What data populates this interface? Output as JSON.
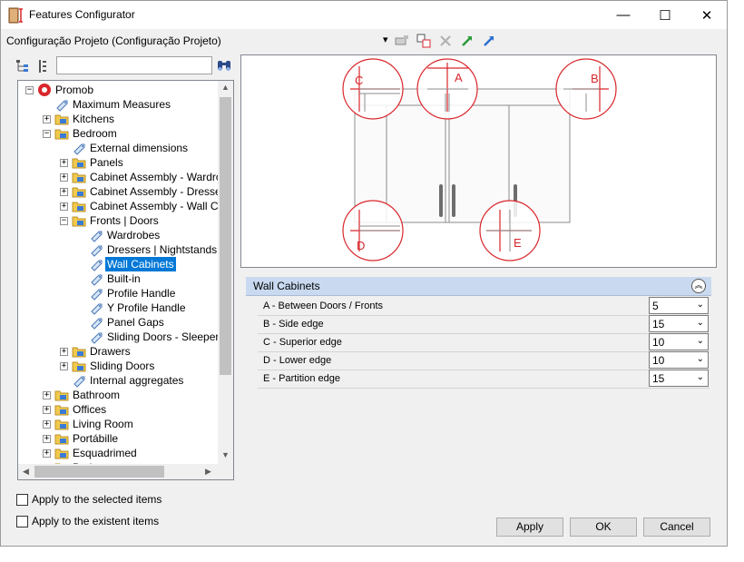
{
  "window": {
    "title": "Features Configurator",
    "controls": {
      "minimize": "—",
      "maximize": "☐",
      "close": "✕"
    }
  },
  "toolbar": {
    "configuration_label": "Configuração Projeto (Configuração Projeto)",
    "dropdown_glyph": "▾"
  },
  "search": {
    "value": "",
    "placeholder": ""
  },
  "tree": {
    "items": [
      {
        "label": "Promob",
        "level": 0,
        "expander": "−",
        "icon": "promob-logo-icon"
      },
      {
        "label": "Maximum Measures",
        "level": 1,
        "expander": "",
        "icon": "tag-icon"
      },
      {
        "label": "Kitchens",
        "level": 1,
        "expander": "+",
        "icon": "folder-icon"
      },
      {
        "label": "Bedroom",
        "level": 1,
        "expander": "−",
        "icon": "folder-icon"
      },
      {
        "label": "External dimensions",
        "level": 2,
        "expander": "",
        "icon": "tag-icon"
      },
      {
        "label": "Panels",
        "level": 2,
        "expander": "+",
        "icon": "folder-icon"
      },
      {
        "label": "Cabinet Assembly - Wardrobes",
        "level": 2,
        "expander": "+",
        "icon": "folder-icon"
      },
      {
        "label": "Cabinet Assembly - Dressers | Nightstands",
        "level": 2,
        "expander": "+",
        "icon": "folder-icon"
      },
      {
        "label": "Cabinet Assembly - Wall Cabinets",
        "level": 2,
        "expander": "+",
        "icon": "folder-icon"
      },
      {
        "label": "Fronts | Doors",
        "level": 2,
        "expander": "−",
        "icon": "folder-icon"
      },
      {
        "label": "Wardrobes",
        "level": 3,
        "expander": "",
        "icon": "tag-icon"
      },
      {
        "label": "Dressers | Nightstands",
        "level": 3,
        "expander": "",
        "icon": "tag-icon"
      },
      {
        "label": "Wall Cabinets",
        "level": 3,
        "expander": "",
        "icon": "tag-icon",
        "selected": true
      },
      {
        "label": "Built-in",
        "level": 3,
        "expander": "",
        "icon": "tag-icon"
      },
      {
        "label": "Profile Handle",
        "level": 3,
        "expander": "",
        "icon": "tag-icon"
      },
      {
        "label": "Y Profile Handle",
        "level": 3,
        "expander": "",
        "icon": "tag-icon"
      },
      {
        "label": "Panel Gaps",
        "level": 3,
        "expander": "",
        "icon": "tag-icon"
      },
      {
        "label": "Sliding Doors - Sleepers",
        "level": 3,
        "expander": "",
        "icon": "tag-icon"
      },
      {
        "label": "Drawers",
        "level": 2,
        "expander": "+",
        "icon": "folder-icon"
      },
      {
        "label": "Sliding Doors",
        "level": 2,
        "expander": "+",
        "icon": "folder-icon"
      },
      {
        "label": "Internal aggregates",
        "level": 2,
        "expander": "",
        "icon": "tag-icon"
      },
      {
        "label": "Bathroom",
        "level": 1,
        "expander": "+",
        "icon": "folder-icon"
      },
      {
        "label": "Offices",
        "level": 1,
        "expander": "+",
        "icon": "folder-icon"
      },
      {
        "label": "Living Room",
        "level": 1,
        "expander": "+",
        "icon": "folder-icon"
      },
      {
        "label": "Portábille",
        "level": 1,
        "expander": "+",
        "icon": "folder-icon"
      },
      {
        "label": "Esquadrimed",
        "level": 1,
        "expander": "+",
        "icon": "folder-icon"
      },
      {
        "label": "Ped...",
        "level": 1,
        "expander": "+",
        "icon": "folder-icon"
      }
    ]
  },
  "preview": {
    "callouts": [
      "A",
      "B",
      "C",
      "D",
      "E"
    ],
    "accent_color": "#d9262b"
  },
  "properties": {
    "header": "Wall Cabinets",
    "collapse_glyph": "︽",
    "rows": [
      {
        "label": "A - Between Doors / Fronts",
        "value": "5"
      },
      {
        "label": "B - Side edge",
        "value": "15"
      },
      {
        "label": "C - Superior edge",
        "value": "10"
      },
      {
        "label": "D - Lower edge",
        "value": "10"
      },
      {
        "label": "E - Partition edge",
        "value": "15"
      }
    ]
  },
  "options": {
    "apply_selected": "Apply to the selected items",
    "apply_existent": "Apply to the existent items"
  },
  "buttons": {
    "apply": "Apply",
    "ok": "OK",
    "cancel": "Cancel"
  }
}
